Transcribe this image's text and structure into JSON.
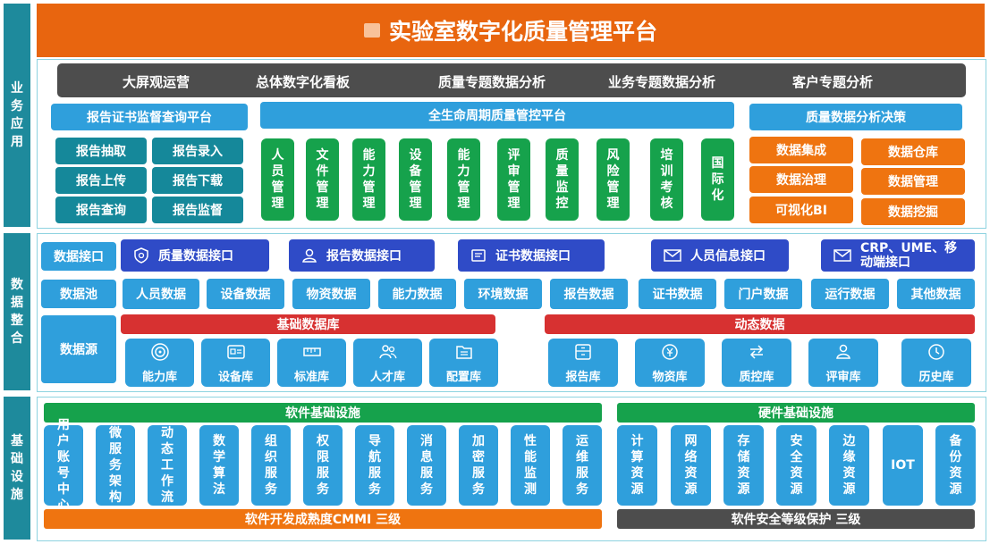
{
  "title": "实验室数字化质量管理平台",
  "sections": {
    "business": "业务应用",
    "data": "数据整合",
    "infra": "基础设施"
  },
  "nav": [
    "大屏观运营",
    "总体数字化看板",
    "质量专题数据分析",
    "业务专题数据分析",
    "客户专题分析"
  ],
  "report_platform": {
    "title": "报告证书监督查询平台",
    "items": [
      "报告抽取",
      "报告录入",
      "报告上传",
      "报告下载",
      "报告查询",
      "报告监督"
    ]
  },
  "lifecycle": {
    "title": "全生命周期质量管控平台",
    "items": [
      "人员管理",
      "文件管理",
      "能力管理",
      "设备管理",
      "能力管理",
      "评审管理",
      "质量监控",
      "风险管理",
      "培训考核",
      "国际化"
    ]
  },
  "analysis": {
    "title": "质量数据分析决策",
    "items": [
      "数据集成",
      "数据仓库",
      "数据治理",
      "数据管理",
      "可视化BI",
      "数据挖掘"
    ]
  },
  "interfaces": {
    "label": "数据接口",
    "items": [
      "质量数据接口",
      "报告数据接口",
      "证书数据接口",
      "人员信息接口",
      "CRP、UME、移动端接口"
    ],
    "icons": [
      "shield-icon",
      "user-icon",
      "certificate-icon",
      "mail-icon",
      "mail-icon"
    ]
  },
  "pool": {
    "label": "数据池",
    "items": [
      "人员数据",
      "设备数据",
      "物资数据",
      "能力数据",
      "环境数据",
      "报告数据",
      "证书数据",
      "门户数据",
      "运行数据",
      "其他数据"
    ]
  },
  "source": {
    "label": "数据源",
    "base_title": "基础数据库",
    "base_items": [
      "能力库",
      "设备库",
      "标准库",
      "人才库",
      "配置库"
    ],
    "base_icons": [
      "signal-icon",
      "device-icon",
      "ruler-icon",
      "people-icon",
      "config-icon"
    ],
    "dynamic_title": "动态数据",
    "dynamic_items": [
      "报告库",
      "物资库",
      "质控库",
      "评审库",
      "历史库"
    ],
    "dynamic_icons": [
      "archive-icon",
      "money-icon",
      "exchange-icon",
      "review-icon",
      "history-icon"
    ]
  },
  "software": {
    "title": "软件基础设施",
    "items": [
      "用户账号中心",
      "微服务架构",
      "动态工作流",
      "数学算法",
      "组织服务",
      "权限服务",
      "导航服务",
      "消息服务",
      "加密服务",
      "性能监测",
      "运维服务"
    ],
    "footer": "软件开发成熟度CMMI 三级"
  },
  "hardware": {
    "title": "硬件基础设施",
    "items": [
      "计算资源",
      "网络资源",
      "存储资源",
      "安全资源",
      "边缘资源",
      "IOT",
      "备份资源"
    ],
    "footer": "软件安全等级保护 三级"
  },
  "colors": {
    "title_bg": "#e8650f",
    "side_bg": "#1e8a9c",
    "header_blue": "#2f9fdc",
    "teal": "#15889a",
    "green": "#16a24c",
    "orange": "#ef7410",
    "navy": "#2f4bc7",
    "red": "#d73131",
    "dark": "#4d4d4d"
  }
}
